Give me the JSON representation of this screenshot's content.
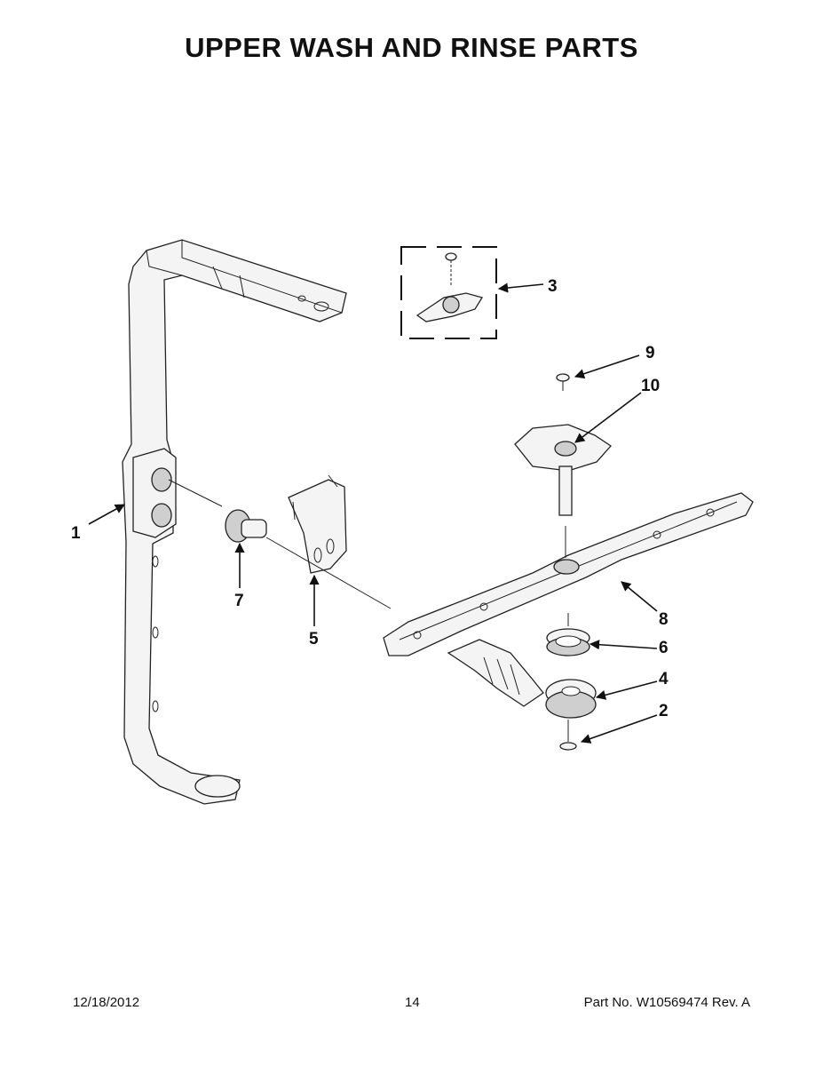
{
  "header": {
    "title": "UPPER WASH AND RINSE PARTS"
  },
  "footer": {
    "date": "12/18/2012",
    "page": "14",
    "part_no": "Part No.  W10569474  Rev.  A"
  },
  "callouts": [
    {
      "id": "1",
      "label": "1"
    },
    {
      "id": "2",
      "label": "2"
    },
    {
      "id": "3",
      "label": "3"
    },
    {
      "id": "4",
      "label": "4"
    },
    {
      "id": "5",
      "label": "5"
    },
    {
      "id": "6",
      "label": "6"
    },
    {
      "id": "7",
      "label": "7"
    },
    {
      "id": "8",
      "label": "8"
    },
    {
      "id": "9",
      "label": "9"
    },
    {
      "id": "10",
      "label": "10"
    }
  ]
}
